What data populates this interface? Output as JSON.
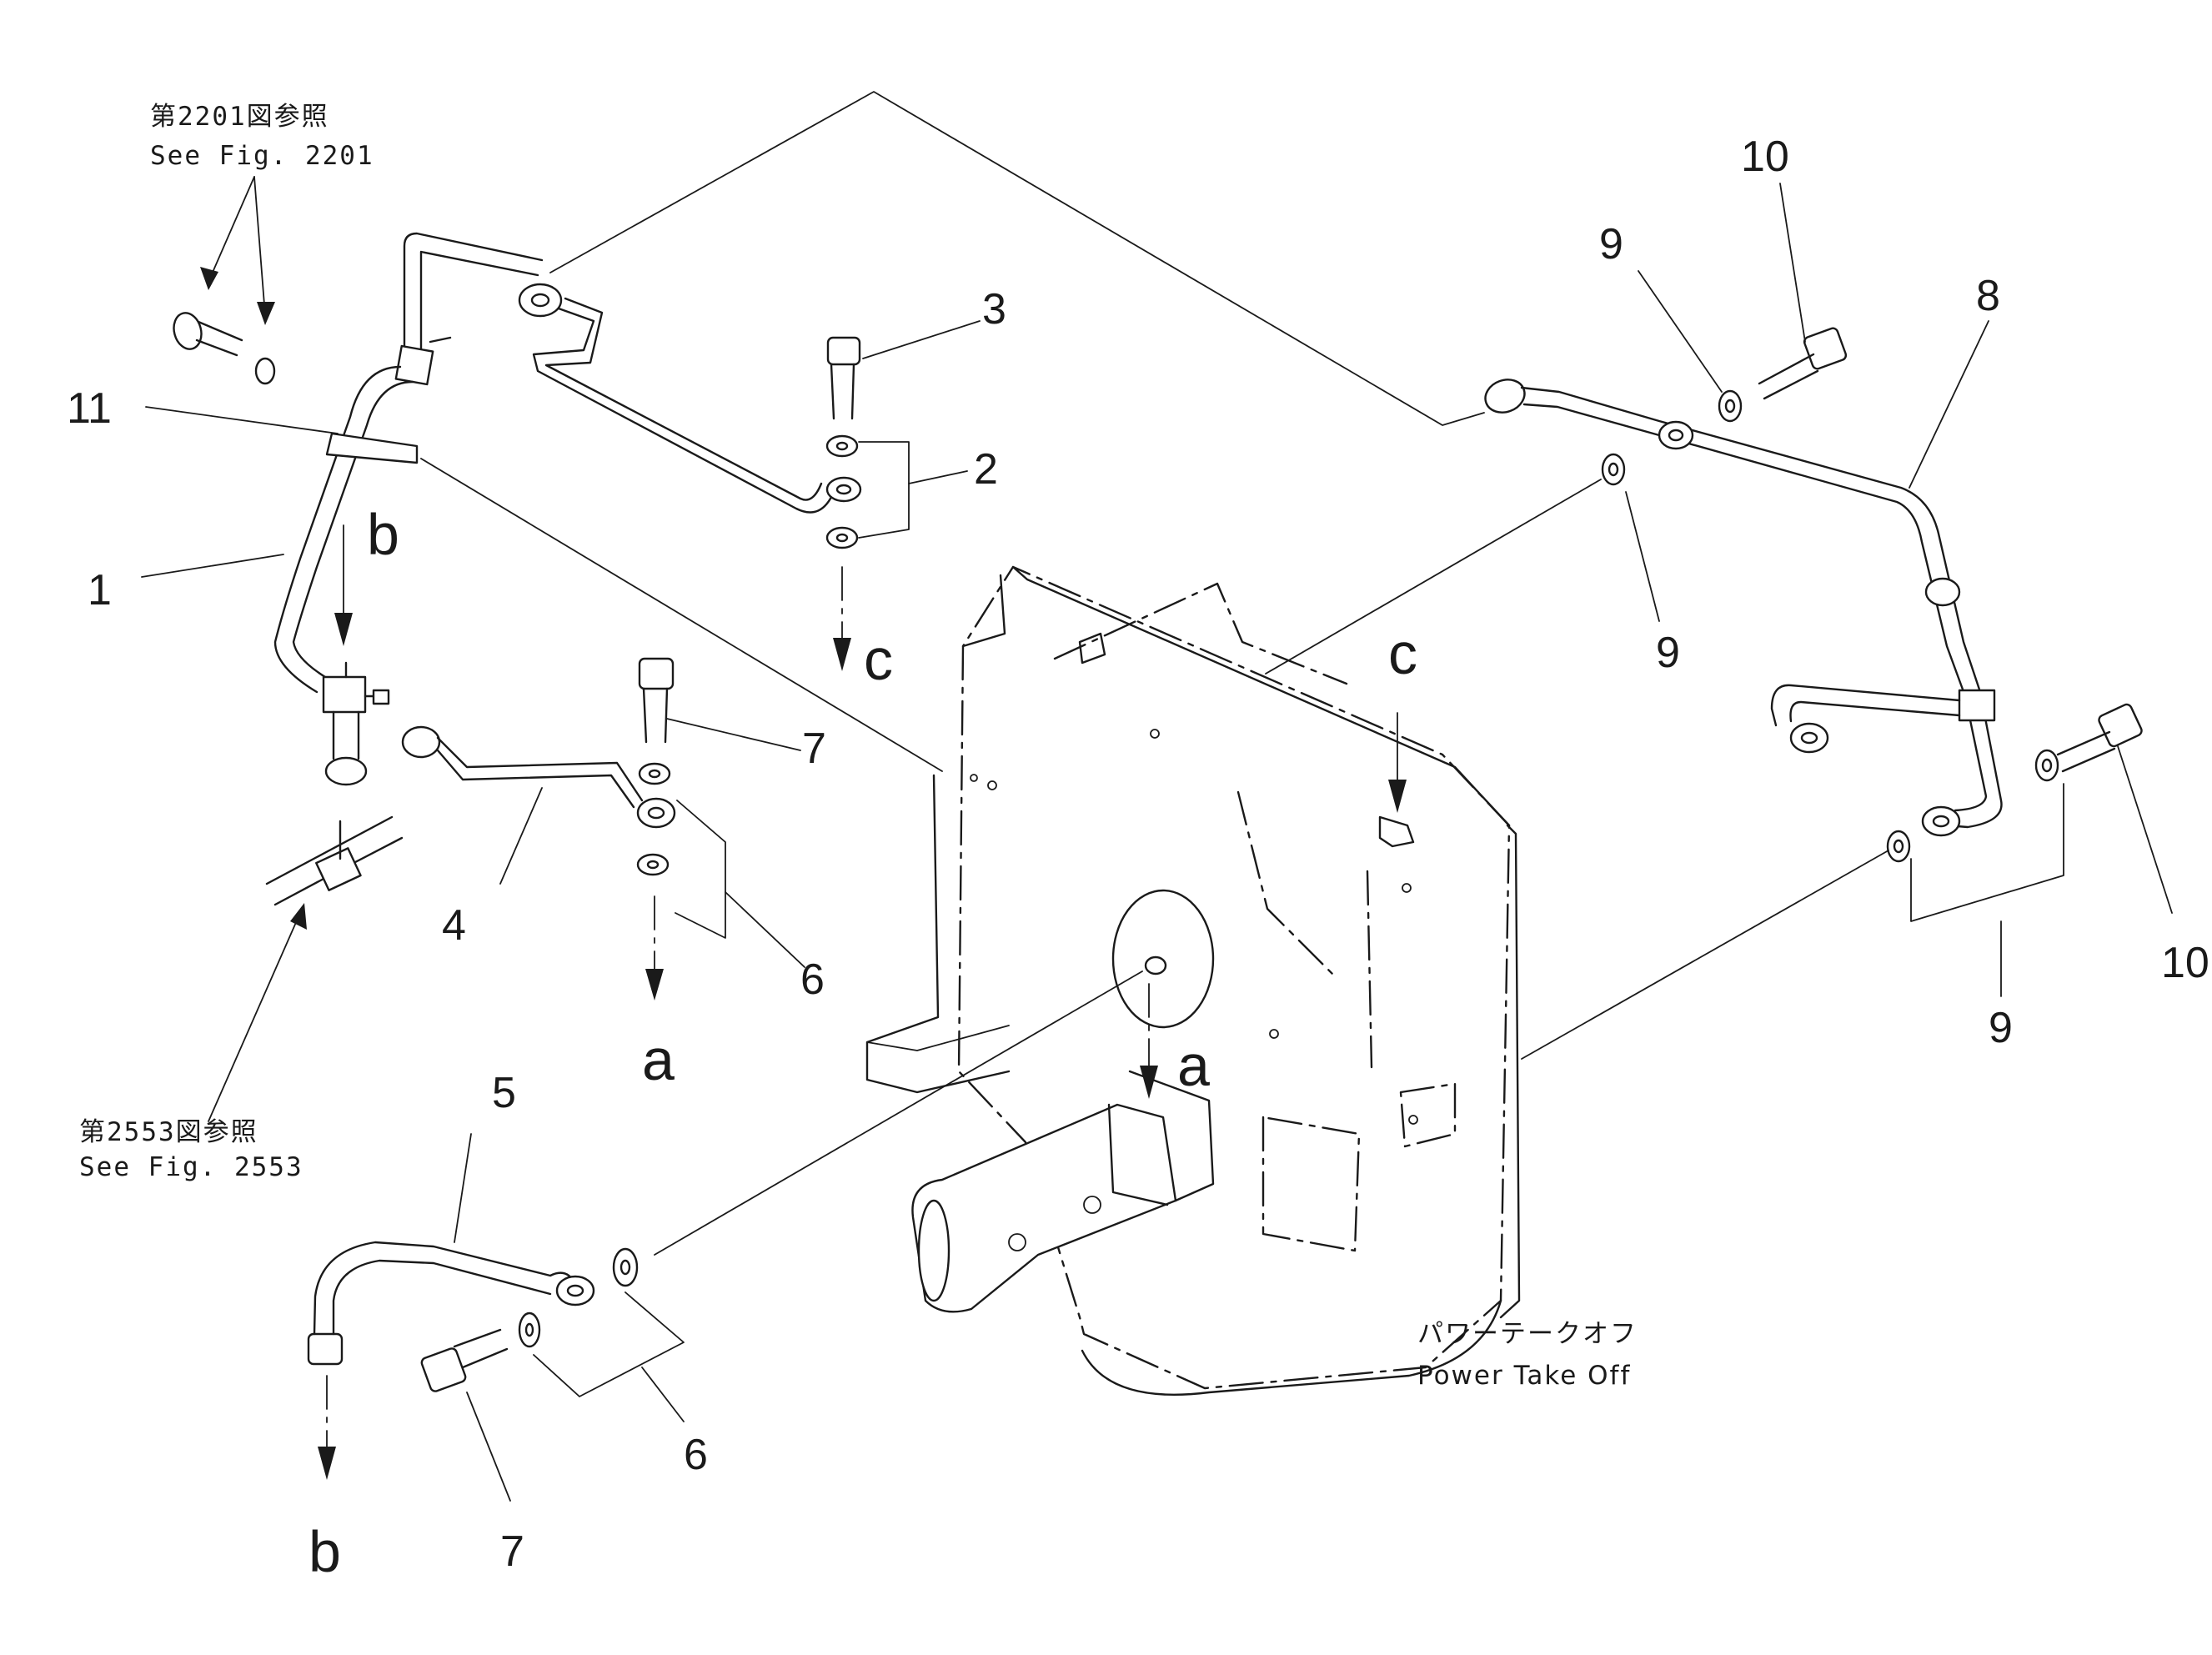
{
  "references": {
    "top_jp": "第2201図参照",
    "top_en": "See Fig. 2201",
    "bottom_jp": "第2553図参照",
    "bottom_en": "See Fig. 2553"
  },
  "component": {
    "name_jp": "パワーテークオフ",
    "name_en": "Power Take Off"
  },
  "callouts": {
    "p1": "1",
    "p2": "2",
    "p3": "3",
    "p4": "4",
    "p5": "5",
    "p6a": "6",
    "p6b": "6",
    "p7a": "7",
    "p7b": "7",
    "p8": "8",
    "p9a": "9",
    "p9b": "9",
    "p9c": "9",
    "p10a": "10",
    "p10b": "10",
    "p11": "11"
  },
  "letters": {
    "a1": "a",
    "a2": "a",
    "b1": "b",
    "b2": "b",
    "c1": "c",
    "c2": "c"
  }
}
